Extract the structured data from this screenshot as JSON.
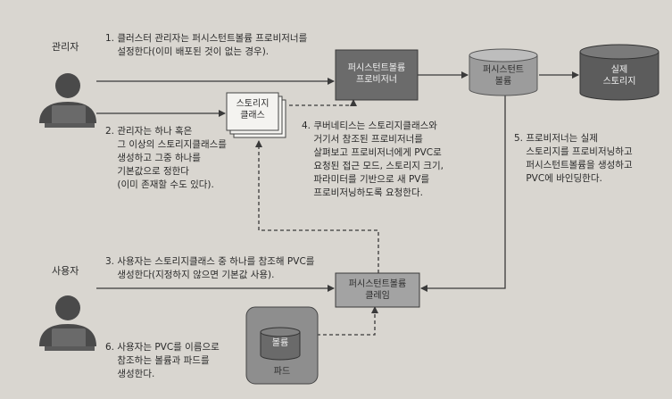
{
  "actors": {
    "admin": "관리자",
    "user": "사용자"
  },
  "nodes": {
    "provisioner": "퍼시스턴트볼륨\n프로비저너",
    "persistent_volume": "퍼시스턴트\n볼륨",
    "real_storage": "실제\n스토리지",
    "storage_class": "스토리지\n클래스",
    "pvc": "퍼시스턴트볼륨\n클레임",
    "volume": "볼륨",
    "pod": "파드"
  },
  "steps": {
    "s1": "1. 클러스터 관리자는 퍼시스턴트볼륨 프로비저너를\n    설정한다(이미 배포된 것이 없는 경우).",
    "s2": "2. 관리자는 하나 혹은\n    그 이상의 스토리지클래스를\n    생성하고 그중 하나를\n    기본값으로 정한다\n    (이미 존재할 수도 있다).",
    "s3": "3. 사용자는 스토리지클래스 중 하나를 참조해 PVC를\n    생성한다(지정하지 않으면 기본값 사용).",
    "s4": "4. 쿠버네티스는 스토리지클래스와\n    거기서 참조된 프로비저너를\n    살펴보고 프로비저너에게 PVC로\n    요청된 접근 모드, 스토리지 크기,\n    파라미터를 기반으로 새 PV를\n    프로비저닝하도록 요청한다.",
    "s5": "5. 프로비저너는 실제\n    스토리지를 프로비저닝하고\n    퍼시스턴트볼륨을 생성하고\n    PVC에 바인딩한다.",
    "s6": "6. 사용자는 PVC를 이름으로\n    참조하는 볼륨과 파드를\n    생성한다."
  }
}
